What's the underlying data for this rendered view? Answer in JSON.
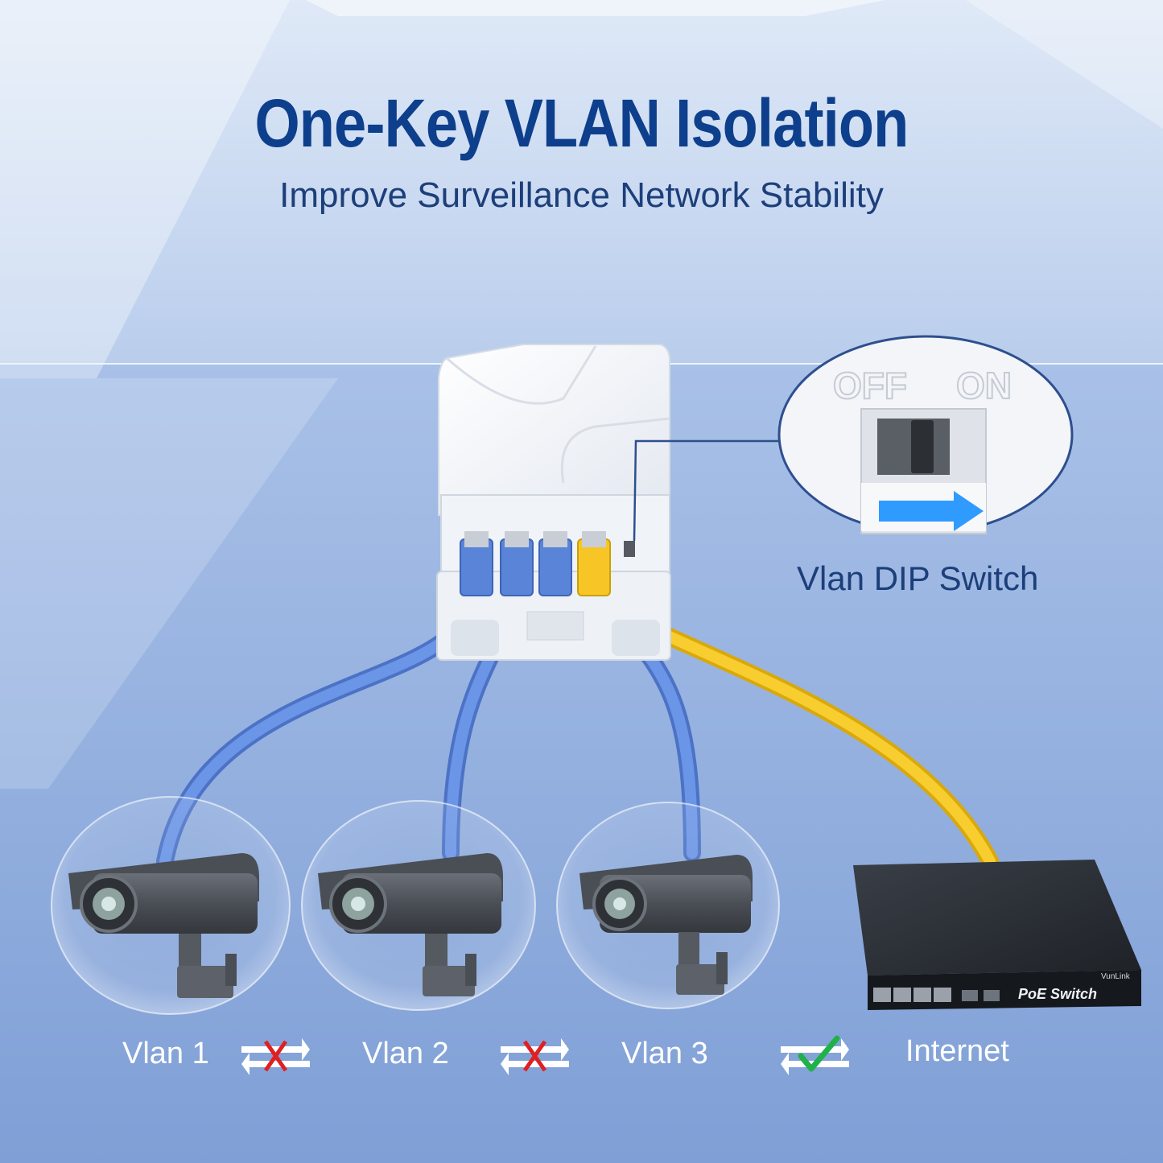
{
  "headline": {
    "title": "One-Key VLAN Isolation",
    "subtitle": "Improve Surveillance Network Stability"
  },
  "dip_switch": {
    "label": "Vlan DIP Switch",
    "off_text": "OFF",
    "on_text": "ON"
  },
  "poe_switch": {
    "brand": "VunLink",
    "label": "PoE Switch"
  },
  "vlans": [
    {
      "label": "Vlan 1"
    },
    {
      "label": "Vlan 2"
    },
    {
      "label": "Vlan 3"
    },
    {
      "label": "Internet"
    }
  ],
  "colors": {
    "title": "#0d3f8c",
    "subtitle": "#1c3f7a",
    "blue_cable": "#5b86da",
    "yellow_cable": "#f5c323",
    "blocked": "#e02020",
    "allowed": "#21b14a",
    "arrow": "#2f9bff"
  },
  "icons": {
    "blocked": "x-mark-icon",
    "allowed": "check-mark-icon"
  }
}
